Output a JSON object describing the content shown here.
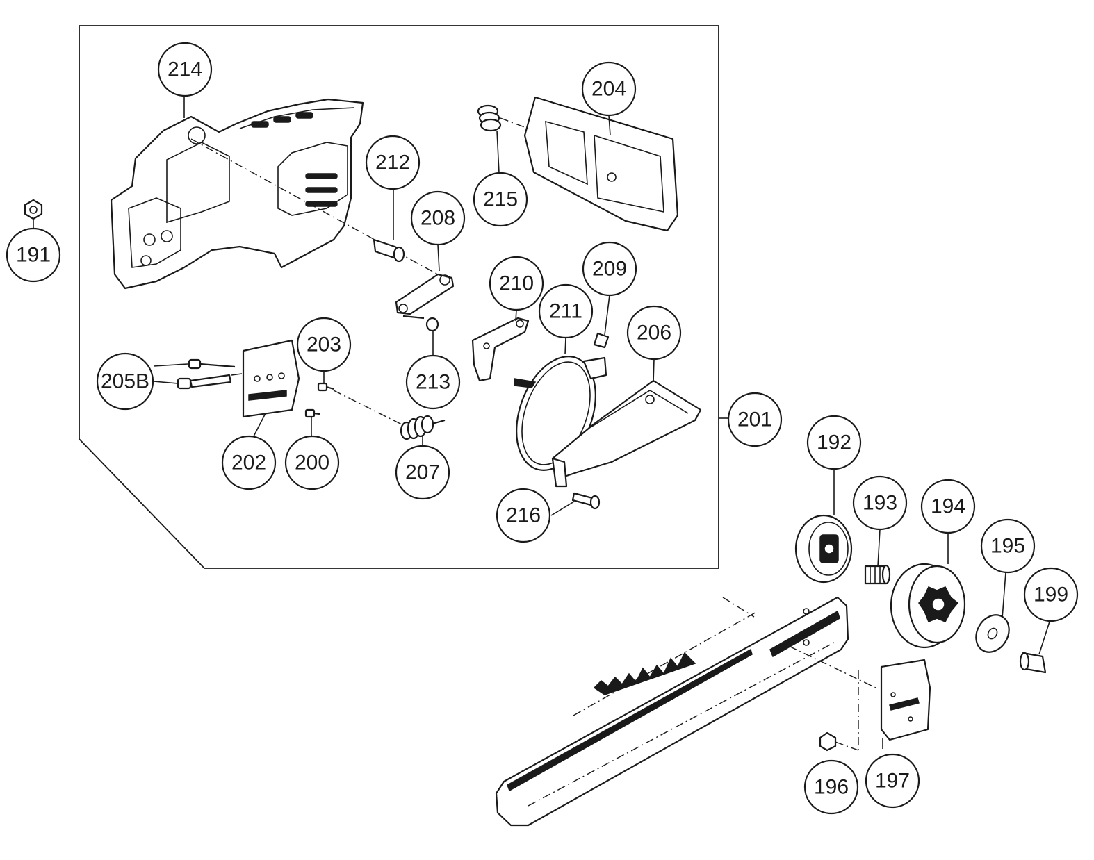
{
  "callouts": {
    "c191": "191",
    "c192": "192",
    "c193": "193",
    "c194": "194",
    "c195": "195",
    "c196": "196",
    "c197": "197",
    "c199": "199",
    "c200": "200",
    "c201": "201",
    "c202": "202",
    "c203": "203",
    "c204": "204",
    "c205B": "205B",
    "c206": "206",
    "c207": "207",
    "c208": "208",
    "c209": "209",
    "c210": "210",
    "c211": "211",
    "c212": "212",
    "c213": "213",
    "c214": "214",
    "c215": "215",
    "c216": "216"
  }
}
